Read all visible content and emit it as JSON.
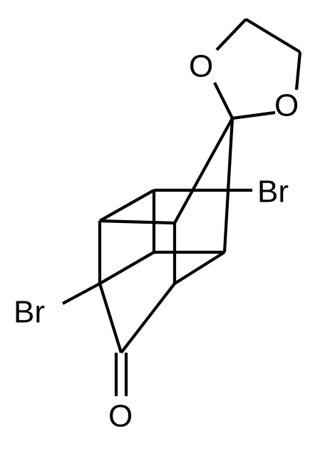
{
  "structure": {
    "atoms": [
      {
        "id": "o-ring-left",
        "symbol": "O"
      },
      {
        "id": "o-ring-right",
        "symbol": "O"
      },
      {
        "id": "br-upper",
        "symbol": "Br"
      },
      {
        "id": "br-lower",
        "symbol": "Br"
      },
      {
        "id": "o-ketone",
        "symbol": "O"
      }
    ]
  }
}
